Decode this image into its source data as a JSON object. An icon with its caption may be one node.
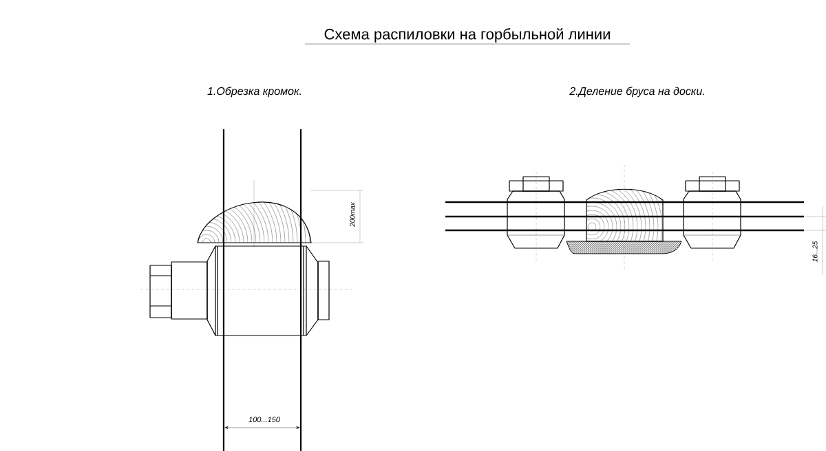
{
  "diagram": {
    "title": "Схема распиловки на горбыльной линии",
    "labels": [
      "1.Обрезка кромок.",
      "2.Деление бруса на доски.",
      "200max",
      "16...25",
      "100...150"
    ]
  }
}
